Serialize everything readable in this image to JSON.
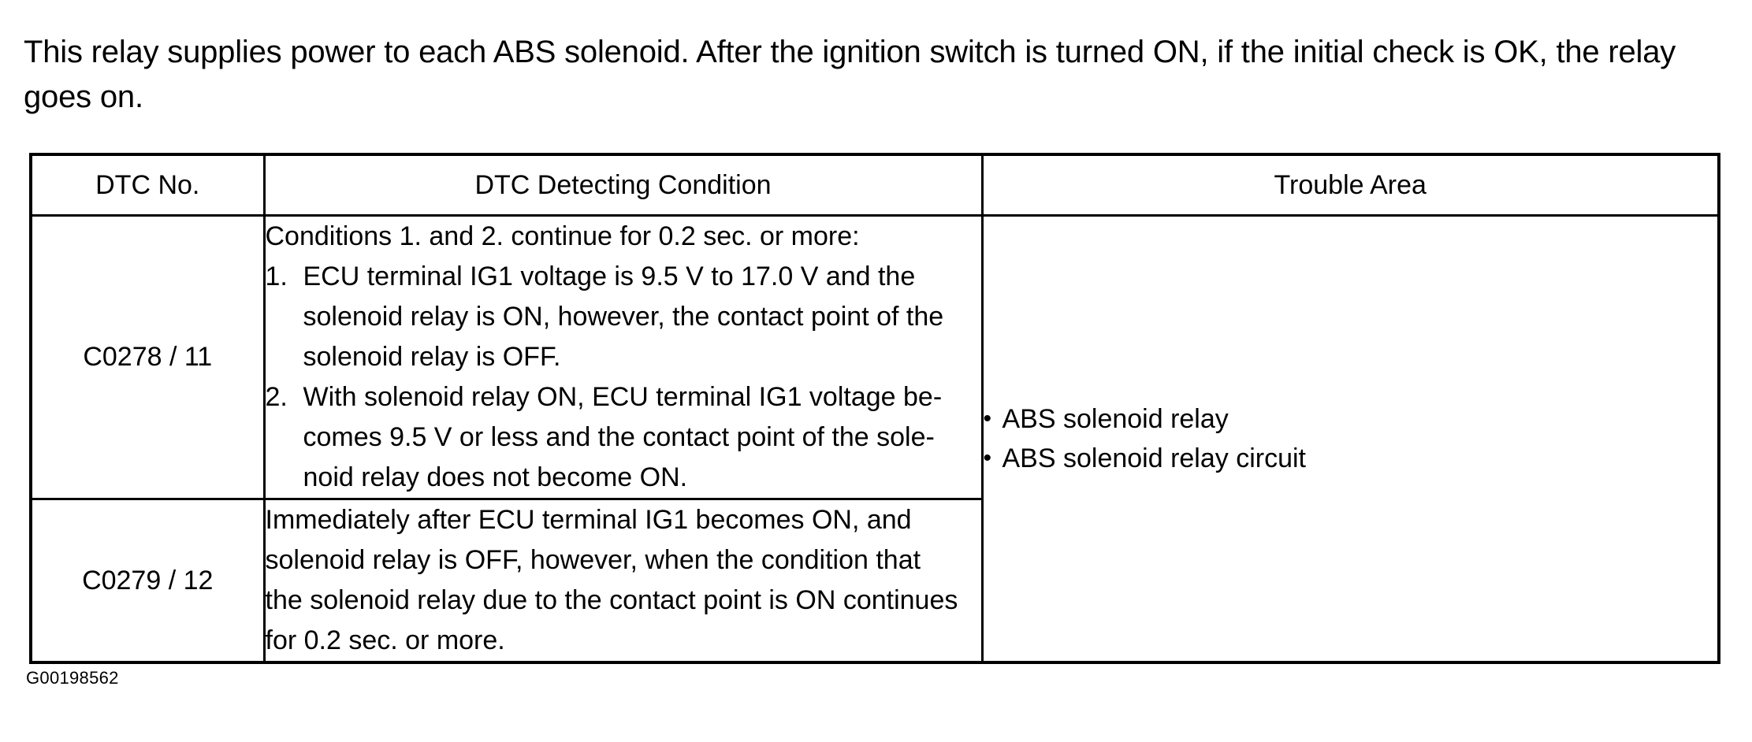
{
  "intro": {
    "line1": "This relay supplies power to each ABS solenoid. After the ignition switch is turned ON, if the initial check is",
    "line2": "OK, the relay goes on."
  },
  "table": {
    "headers": {
      "col1": "DTC No.",
      "col2": "DTC Detecting Condition",
      "col3": "Trouble Area"
    },
    "rows": [
      {
        "dtc_no": "C0278 / 11",
        "condition": {
          "lead": "Conditions 1. and 2. continue for 0.2 sec. or more:",
          "items": [
            {
              "marker": "1.",
              "lines": [
                "ECU terminal IG1 voltage is 9.5 V to 17.0 V and the",
                "solenoid relay is ON, however, the contact point of the",
                "solenoid relay is OFF."
              ]
            },
            {
              "marker": "2.",
              "lines": [
                "With solenoid relay ON, ECU terminal IG1 voltage be-",
                "comes 9.5 V or less and the contact point of the sole-",
                "noid relay does not become ON."
              ]
            }
          ]
        }
      },
      {
        "dtc_no": "C0279 / 12",
        "condition": {
          "lines": [
            "Immediately after ECU terminal IG1 becomes ON, and",
            "solenoid relay is OFF, however, when the condition that",
            "the solenoid relay due to the contact point is ON continues",
            "for 0.2 sec. or more."
          ]
        }
      }
    ],
    "trouble_area": {
      "bullet_glyph": "•",
      "items": [
        "ABS solenoid relay",
        "ABS solenoid relay circuit"
      ]
    }
  },
  "figure_code": "G00198562",
  "colors": {
    "text": "#000000",
    "background": "#ffffff",
    "border": "#000000"
  }
}
